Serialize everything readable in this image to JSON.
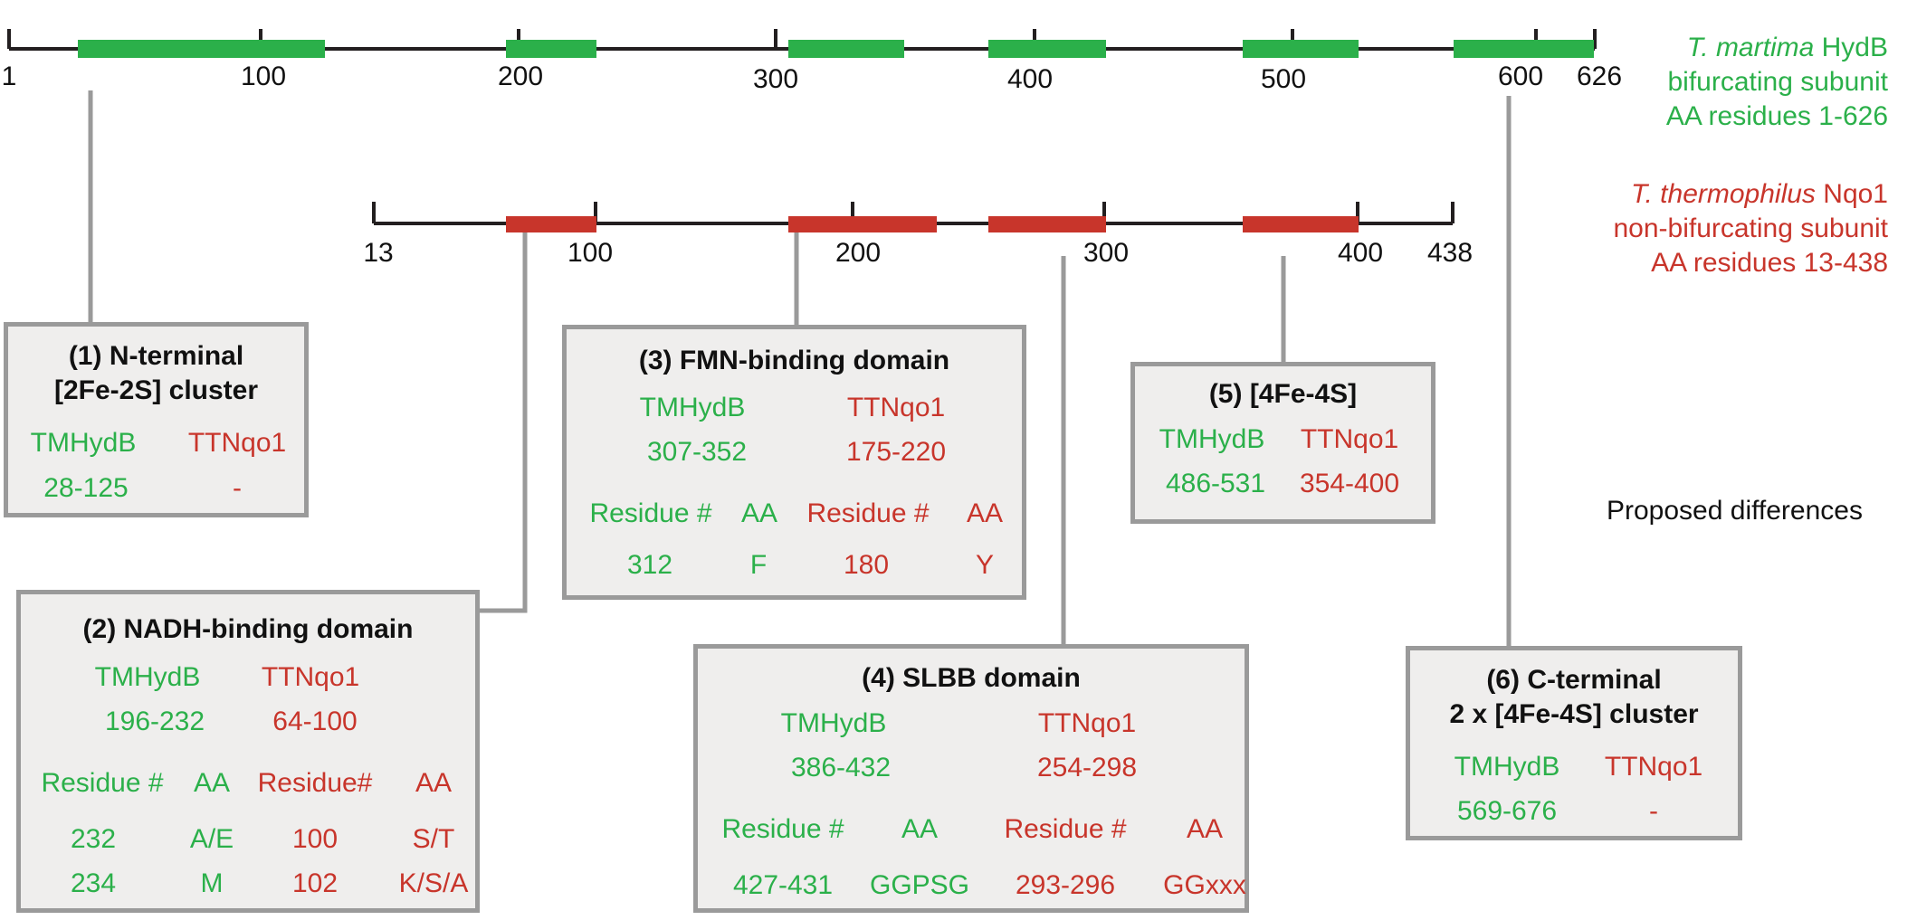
{
  "colors": {
    "green": "#2bb04a",
    "red": "#c8352b",
    "axis": "#231f20",
    "connector": "#9a9a9a"
  },
  "green_track": {
    "legend": {
      "species": "T. martima",
      "protein": " HydB",
      "line2": "bifurcating subunit",
      "line3": "AA residues 1-626"
    },
    "tick_labels": [
      "1",
      "100",
      "200",
      "300",
      "400",
      "500",
      "600",
      "626"
    ]
  },
  "red_track": {
    "legend": {
      "species": "T. thermophilus",
      "protein": " Nqo1",
      "line2": "non-bifurcating subunit",
      "line3": "AA residues 13-438"
    },
    "tick_labels": [
      "13",
      "100",
      "200",
      "300",
      "400",
      "438"
    ]
  },
  "proposed_differences": "Proposed differences",
  "boxes": {
    "b1": {
      "title1": "(1) N-terminal",
      "title2": "[2Fe-2S] cluster",
      "h_green": "TMHydB",
      "h_red": "TTNqo1",
      "v_green": "28-125",
      "v_red": "-"
    },
    "b2": {
      "title": "(2) NADH-binding domain",
      "h_green": "TMHydB",
      "h_red": "TTNqo1",
      "v_green": "196-232",
      "v_red": "64-100",
      "col_res_g": "Residue #",
      "col_aa_g": "AA",
      "col_res_r": "Residue#",
      "col_aa_r": "AA",
      "rows": [
        {
          "res_g": "232",
          "aa_g": "A/E",
          "res_r": "100",
          "aa_r": "S/T"
        },
        {
          "res_g": "234",
          "aa_g": "M",
          "res_r": "102",
          "aa_r": "K/S/A"
        }
      ]
    },
    "b3": {
      "title": "(3) FMN-binding domain",
      "h_green": "TMHydB",
      "h_red": "TTNqo1",
      "v_green": "307-352",
      "v_red": "175-220",
      "col_res_g": "Residue #",
      "col_aa_g": "AA",
      "col_res_r": "Residue #",
      "col_aa_r": "AA",
      "rows": [
        {
          "res_g": "312",
          "aa_g": "F",
          "res_r": "180",
          "aa_r": "Y"
        }
      ]
    },
    "b4": {
      "title": "(4) SLBB domain",
      "h_green": "TMHydB",
      "h_red": "TTNqo1",
      "v_green": "386-432",
      "v_red": "254-298",
      "col_res_g": "Residue #",
      "col_aa_g": "AA",
      "col_res_r": "Residue #",
      "col_aa_r": "AA",
      "rows": [
        {
          "res_g": "427-431",
          "aa_g": "GGPSG",
          "res_r": "293-296",
          "aa_r": "GGxxx"
        }
      ]
    },
    "b5": {
      "title": "(5)  [4Fe-4S]",
      "h_green": "TMHydB",
      "h_red": "TTNqo1",
      "v_green": "486-531",
      "v_red": "354-400"
    },
    "b6": {
      "title1": "(6) C-terminal",
      "title2": "2 x [4Fe-4S] cluster",
      "h_green": "TMHydB",
      "h_red": "TTNqo1",
      "v_green": "569-676",
      "v_red": "-"
    }
  }
}
